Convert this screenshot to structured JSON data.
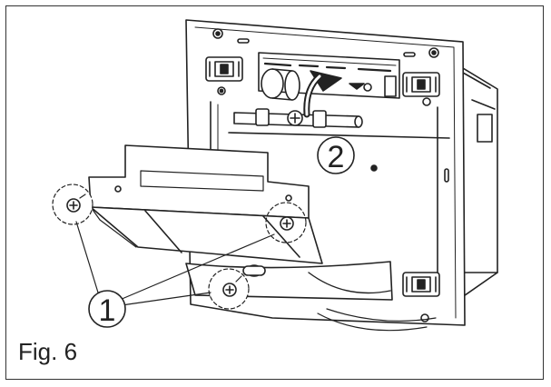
{
  "figure": {
    "caption": "Fig. 6",
    "callouts": [
      {
        "label": "1"
      },
      {
        "label": "2"
      }
    ]
  }
}
